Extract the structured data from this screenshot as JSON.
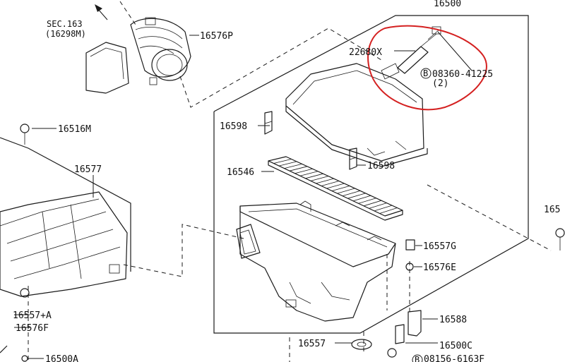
{
  "labels": {
    "top_assembly": "16500",
    "sec_ref": "SEC.163",
    "sec_ref_sub": "(16298M)",
    "mass_air_duct": "16576P",
    "sensor": "22680X",
    "bolt_prefix": "B",
    "bolt": "08360-41225",
    "bolt_qty": "(2)",
    "clip_upper": "16598",
    "clip_lower": "16598",
    "filter": "16546",
    "screw_left": "16516M",
    "cover_left": "16577",
    "right_edge": "165",
    "grommet": "16557G",
    "clamp": "16576E",
    "bracket": "16588",
    "mount": "16557",
    "stay": "16500C",
    "bolt_lower_prefix": "B",
    "bolt_lower": "08156-6163F",
    "left_grommet": "16557+A",
    "left_clamp": "16576F",
    "left_bottom": "16500A"
  },
  "colors": {
    "ink": "#1a1a1a",
    "highlight": "#d42020",
    "background": "#ffffff"
  },
  "icons": {
    "north_arrow": "arrow-up-left-icon",
    "bolt_marker": "circled-b-icon"
  }
}
